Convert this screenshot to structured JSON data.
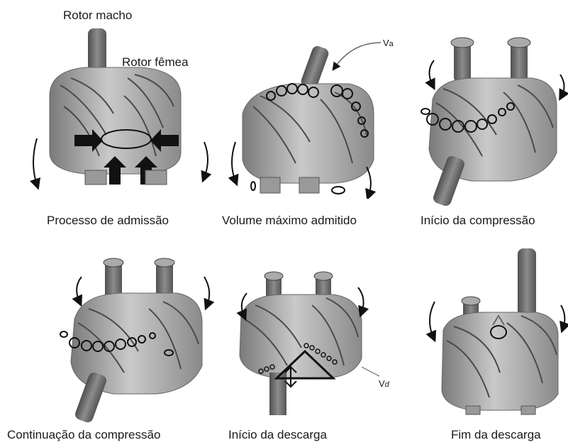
{
  "labels": {
    "rotor_macho": "Rotor macho",
    "rotor_femea": "Rotor fêmea",
    "va_main": "V",
    "va_sub": "a",
    "vd_main": "V",
    "vd_sub": "d"
  },
  "steps": [
    {
      "caption": "Processo de admissão"
    },
    {
      "caption": "Volume máximo admitido"
    },
    {
      "caption": "Início da compressão"
    },
    {
      "caption": "Continuação da compressão"
    },
    {
      "caption": "Início da descarga"
    },
    {
      "caption": "Fim da descarga"
    }
  ],
  "colors": {
    "rotor_light": "#b8b8b8",
    "rotor_mid": "#8e8e8e",
    "rotor_dark": "#5e5e5e",
    "shaft": "#6d6d6d",
    "outline": "#111111"
  }
}
